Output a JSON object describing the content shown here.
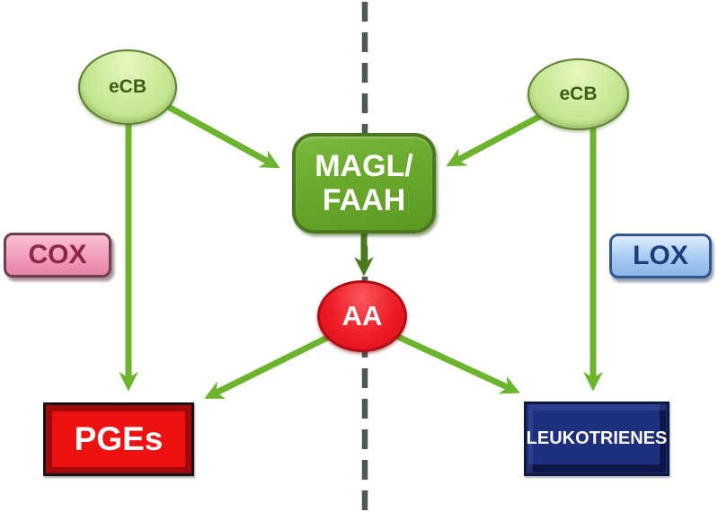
{
  "figure": {
    "type": "pathway-diagram",
    "nodes": {
      "ecb_left": {
        "label": "eCB",
        "shape": "ellipse",
        "fill": "#cdeb9d",
        "border": "#5b7f33",
        "text_color": "#3f5c16"
      },
      "ecb_right": {
        "label": "eCB",
        "shape": "ellipse",
        "fill": "#cdeb9d",
        "border": "#5b7f33",
        "text_color": "#3f5c16"
      },
      "magl_faah": {
        "line1": "MAGL/",
        "line2": "FAAH",
        "shape": "rounded-rect",
        "fill": "#69a82c",
        "border": "#4b781e",
        "text_color": "#ffffff"
      },
      "aa": {
        "label": "AA",
        "shape": "ellipse",
        "fill": "#ee1c25",
        "border": "#ae0f17",
        "text_color": "#ffffff"
      },
      "cox": {
        "label": "COX",
        "shape": "rounded-rect",
        "fill": "#f19cba",
        "border": "#6e3d50",
        "text_color": "#8c2546"
      },
      "lox": {
        "label": "LOX",
        "shape": "rounded-rect",
        "fill": "#a9cdf2",
        "border": "#33568c",
        "text_color": "#1e3d7c"
      },
      "pges": {
        "label": "PGEs",
        "shape": "beveled-rect",
        "fill": "#ee1111",
        "border": "#141414",
        "text_color": "#ffffff"
      },
      "leukotrienes": {
        "label": "LEUKOTRIENES",
        "shape": "beveled-rect",
        "fill": "#1d2f7d",
        "border": "#0d1844",
        "text_color": "#ffffff"
      }
    },
    "edges": [
      {
        "from": "ecb_left",
        "to": "magl_faah",
        "color": "#6cb32e"
      },
      {
        "from": "ecb_right",
        "to": "magl_faah",
        "color": "#6cb32e"
      },
      {
        "from": "ecb_left",
        "to": "pges",
        "color": "#6cb32e"
      },
      {
        "from": "ecb_right",
        "to": "leukotrienes",
        "color": "#6cb32e"
      },
      {
        "from": "magl_faah",
        "to": "aa",
        "color": "#4a7a1e"
      },
      {
        "from": "aa",
        "to": "pges",
        "color": "#6cb32e"
      },
      {
        "from": "aa",
        "to": "leukotrienes",
        "color": "#6cb32e"
      }
    ],
    "divider": {
      "orientation": "vertical",
      "style": "dashed",
      "color": "#4d5954"
    },
    "colors": {
      "background": "#ffffff",
      "arrow_green": "#6cb32e",
      "arrow_dark_green": "#4a7a1e",
      "dashed_line": "#4d5954"
    }
  }
}
